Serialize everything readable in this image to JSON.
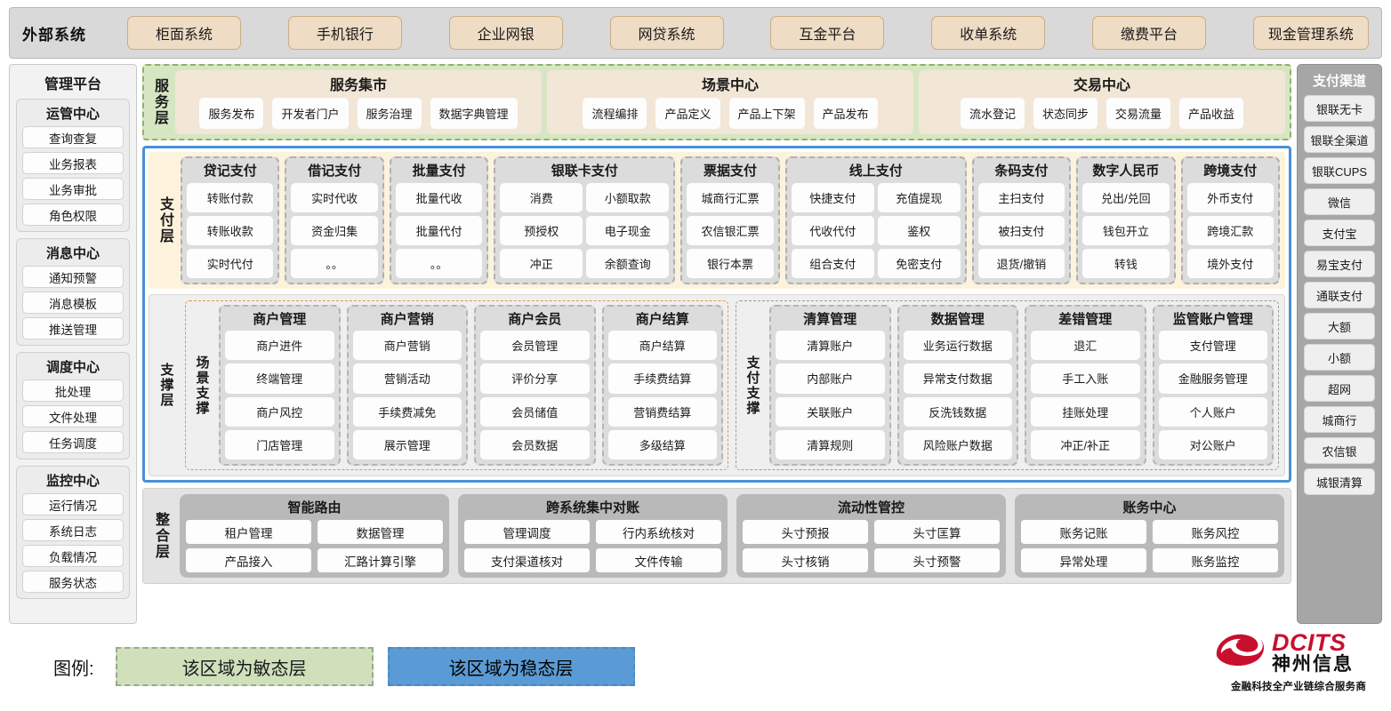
{
  "external": {
    "title": "外部系统",
    "systems": [
      "柜面系统",
      "手机银行",
      "企业网银",
      "网贷系统",
      "互金平台",
      "收单系统",
      "缴费平台",
      "现金管理系统"
    ]
  },
  "mgmt": {
    "title": "管理平台",
    "groups": [
      {
        "title": "运管中心",
        "items": [
          "查询查复",
          "业务报表",
          "业务审批",
          "角色权限"
        ]
      },
      {
        "title": "消息中心",
        "items": [
          "通知预警",
          "消息模板",
          "推送管理"
        ]
      },
      {
        "title": "调度中心",
        "items": [
          "批处理",
          "文件处理",
          "任务调度"
        ]
      },
      {
        "title": "监控中心",
        "items": [
          "运行情况",
          "系统日志",
          "负载情况",
          "服务状态"
        ]
      }
    ]
  },
  "channels": {
    "title": "支付渠道",
    "items": [
      "银联无卡",
      "银联全渠道",
      "银联CUPS",
      "微信",
      "支付宝",
      "易宝支付",
      "通联支付",
      "大额",
      "小额",
      "超网",
      "城商行",
      "农信银",
      "城银清算"
    ]
  },
  "service_layer": {
    "label": "服务层",
    "boxes": [
      {
        "title": "服务集市",
        "items": [
          "服务发布",
          "开发者门户",
          "服务治理",
          "数据字典管理"
        ]
      },
      {
        "title": "场景中心",
        "items": [
          "流程编排",
          "产品定义",
          "产品上下架",
          "产品发布"
        ]
      },
      {
        "title": "交易中心",
        "items": [
          "流水登记",
          "状态同步",
          "交易流量",
          "产品收益"
        ]
      }
    ]
  },
  "pay_layer": {
    "label": "支付层",
    "columns": [
      {
        "title": "贷记支付",
        "cols": 1,
        "items": [
          "转账付款",
          "转账收款",
          "实时代付"
        ]
      },
      {
        "title": "借记支付",
        "cols": 1,
        "items": [
          "实时代收",
          "资金归集",
          "。。"
        ]
      },
      {
        "title": "批量支付",
        "cols": 1,
        "items": [
          "批量代收",
          "批量代付",
          "。。"
        ]
      },
      {
        "title": "银联卡支付",
        "cols": 2,
        "items": [
          "消费",
          "小额取款",
          "预授权",
          "电子现金",
          "冲正",
          "余额查询"
        ]
      },
      {
        "title": "票据支付",
        "cols": 1,
        "items": [
          "城商行汇票",
          "农信银汇票",
          "银行本票"
        ]
      },
      {
        "title": "线上支付",
        "cols": 2,
        "items": [
          "快捷支付",
          "充值提现",
          "代收代付",
          "鉴权",
          "组合支付",
          "免密支付"
        ]
      },
      {
        "title": "条码支付",
        "cols": 1,
        "items": [
          "主扫支付",
          "被扫支付",
          "退货/撤销"
        ]
      },
      {
        "title": "数字人民币",
        "cols": 1,
        "items": [
          "兑出/兑回",
          "钱包开立",
          "转钱"
        ]
      },
      {
        "title": "跨境支付",
        "cols": 1,
        "items": [
          "外币支付",
          "跨境汇款",
          "境外支付"
        ]
      }
    ]
  },
  "support_layer": {
    "label": "支撑层",
    "groups": [
      {
        "label": "场景支撑",
        "columns": [
          {
            "title": "商户管理",
            "items": [
              "商户进件",
              "终端管理",
              "商户风控",
              "门店管理"
            ]
          },
          {
            "title": "商户营销",
            "items": [
              "商户营销",
              "营销活动",
              "手续费减免",
              "展示管理"
            ]
          },
          {
            "title": "商户会员",
            "items": [
              "会员管理",
              "评价分享",
              "会员储值",
              "会员数据"
            ]
          },
          {
            "title": "商户结算",
            "items": [
              "商户结算",
              "手续费结算",
              "营销费结算",
              "多级结算"
            ]
          }
        ]
      },
      {
        "label": "支付支撑",
        "columns": [
          {
            "title": "清算管理",
            "items": [
              "清算账户",
              "内部账户",
              "关联账户",
              "清算规则"
            ]
          },
          {
            "title": "数据管理",
            "items": [
              "业务运行数据",
              "异常支付数据",
              "反洗钱数据",
              "风险账户数据"
            ]
          },
          {
            "title": "差错管理",
            "items": [
              "退汇",
              "手工入账",
              "挂账处理",
              "冲正/补正"
            ]
          },
          {
            "title": "监管账户管理",
            "items": [
              "支付管理",
              "金融服务管理",
              "个人账户",
              "对公账户"
            ]
          }
        ]
      }
    ]
  },
  "integration_layer": {
    "label": "整合层",
    "boxes": [
      {
        "title": "智能路由",
        "items": [
          "租户管理",
          "数据管理",
          "产品接入",
          "汇路计算引擎"
        ]
      },
      {
        "title": "跨系统集中对账",
        "items": [
          "管理调度",
          "行内系统核对",
          "支付渠道核对",
          "文件传输"
        ]
      },
      {
        "title": "流动性管控",
        "items": [
          "头寸预报",
          "头寸匡算",
          "头寸核销",
          "头寸预警"
        ]
      },
      {
        "title": "账务中心",
        "items": [
          "账务记账",
          "账务风控",
          "异常处理",
          "账务监控"
        ]
      }
    ]
  },
  "legend": {
    "label": "图例:",
    "agile": "该区域为敏态层",
    "stable": "该区域为稳态层"
  },
  "logo": {
    "brand_en": "DCITS",
    "brand_cn": "神州信息",
    "tagline": "金融科技全产业链综合服务商"
  },
  "colors": {
    "agile_green": "#d6e6c3",
    "stable_blue": "#4a90d9",
    "pay_layer_bg": "#fdf3dc",
    "external_chip": "#eedcc4",
    "brand_red": "#c8102e"
  }
}
